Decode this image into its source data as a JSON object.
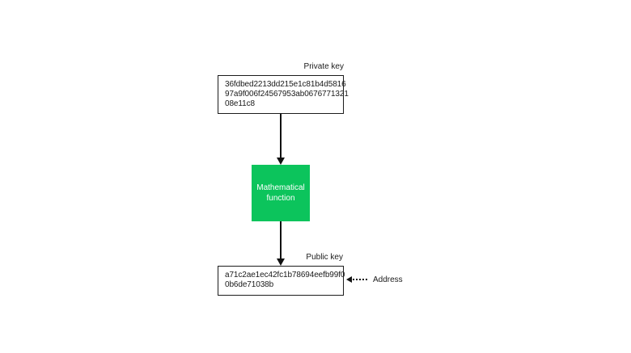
{
  "colors": {
    "accent_green": "#0cc45c",
    "line": "#111111",
    "text": "#1a1a1a",
    "background": "#ffffff"
  },
  "diagram": {
    "private_key": {
      "label": "Private key",
      "lines": [
        "36fdbed2213dd215e1c81b4d5816",
        "97a9f006f24567953ab0676771321",
        "08e11c8"
      ]
    },
    "mathematical_function": {
      "lines": [
        "Mathematical",
        "function"
      ]
    },
    "public_key": {
      "label": "Public key",
      "lines": [
        "a71c2ae1ec42fc1b78694eefb99f0",
        "0b6de71038b"
      ]
    },
    "address": {
      "label": "Address"
    }
  }
}
